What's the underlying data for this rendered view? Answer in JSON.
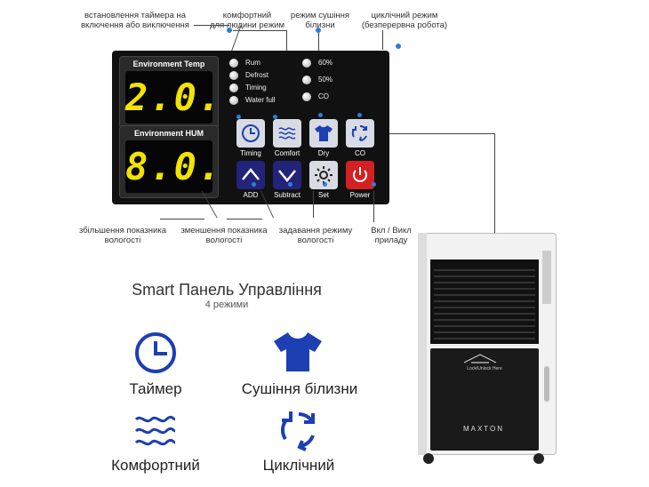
{
  "annotations": {
    "timer": "встановлення таймера на\nвключення або виключення",
    "comfort": "комфортний\nдля людини режим",
    "dry": "режим сушіння\nбілизни",
    "cycle": "циклічний режим\n(безперервна робота)",
    "add": "збільшення показника\nвологості",
    "subtract": "зменшення показника\nвологості",
    "set": "задавання режиму\nвологості",
    "power": "Вкл / Викл\nприладу"
  },
  "panel": {
    "env_temp_label": "Environment Temp",
    "env_temp_value": "2.0.",
    "env_hum_label": "Environment HUM",
    "env_hum_value": "8.0.",
    "leds_left": [
      "Rum",
      "Defrost",
      "Timing",
      "Water full"
    ],
    "leds_right": [
      "60%",
      "50%",
      "CO"
    ],
    "buttons": {
      "timing": "Timing",
      "comfort": "Comfort",
      "dry": "Dry",
      "co": "CO",
      "add": "ADD",
      "subtract": "Subtract",
      "set": "Set",
      "power": "Power"
    }
  },
  "headline": "Smart Панель Управління",
  "subheadline": "4 режими",
  "modes": {
    "timer": "Таймер",
    "drying": "Сушіння білизни",
    "comfort": "Комфортний",
    "cyclic": "Циклічний"
  },
  "device": {
    "brand": "MAXTON",
    "lock_label": "Lock/Unlock Here"
  },
  "colors": {
    "accent": "#2b7fd6",
    "icon_blue": "#1c3fb3",
    "display_digits": "#f2e300",
    "power_red": "#d42020"
  }
}
